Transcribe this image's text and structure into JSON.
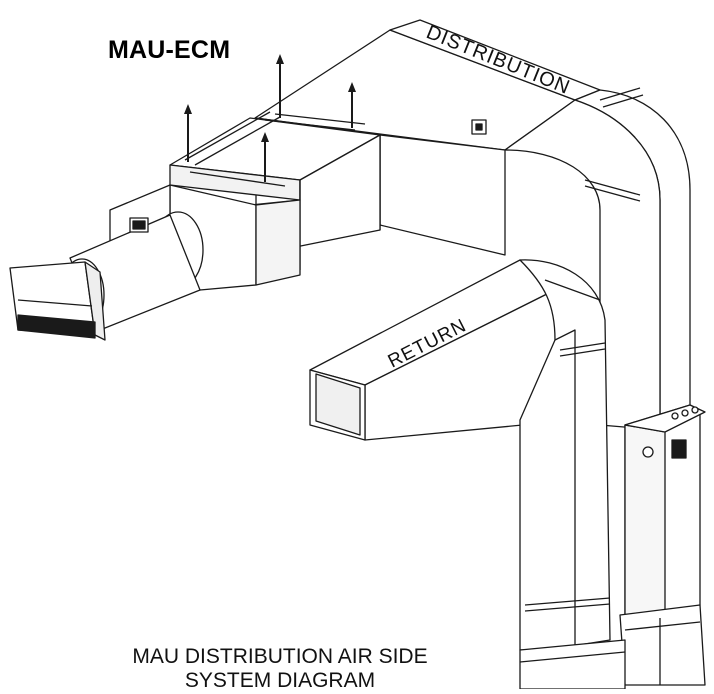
{
  "diagram": {
    "unit_label": "MAU-ECM",
    "distribution_label": "DISTRIBUTION",
    "return_label": "RETURN",
    "caption_line1": "MAU DISTRIBUTION AIR SIDE",
    "caption_line2": "SYSTEM DIAGRAM"
  },
  "colors": {
    "line": "#1a1a1a",
    "fill": "#ffffff",
    "shade": "#e9e9e9"
  }
}
